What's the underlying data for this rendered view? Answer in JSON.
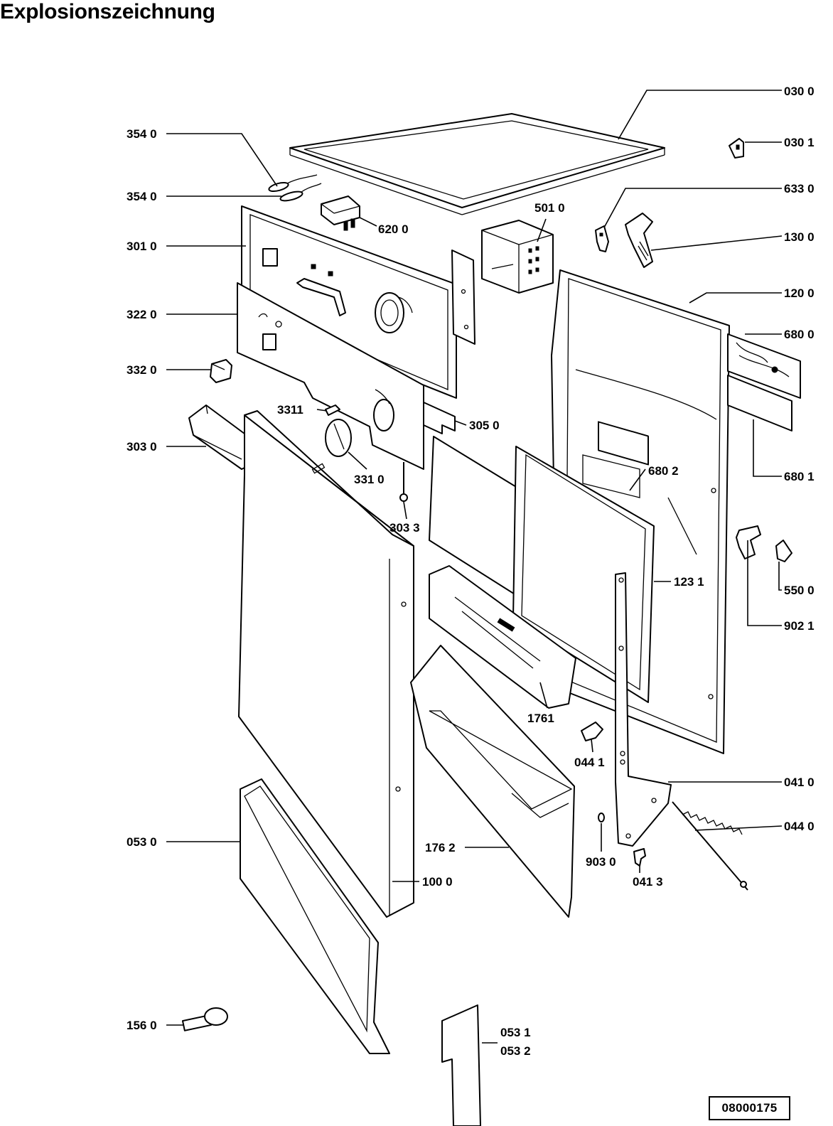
{
  "title": "Explosionszeichnung",
  "document_number": "08000175",
  "labels": [
    {
      "id": "0300",
      "text": "030 0"
    },
    {
      "id": "0301",
      "text": "030 1"
    },
    {
      "id": "6330",
      "text": "633 0"
    },
    {
      "id": "1300",
      "text": "130 0"
    },
    {
      "id": "1200",
      "text": "120 0"
    },
    {
      "id": "6800",
      "text": "680 0"
    },
    {
      "id": "6801",
      "text": "680 1"
    },
    {
      "id": "5500",
      "text": "550 0"
    },
    {
      "id": "9021",
      "text": "902 1"
    },
    {
      "id": "0410",
      "text": "041 0"
    },
    {
      "id": "0440",
      "text": "044 0"
    },
    {
      "id": "3540a",
      "text": "354 0"
    },
    {
      "id": "3540b",
      "text": "354 0"
    },
    {
      "id": "3010",
      "text": "301 0"
    },
    {
      "id": "3220",
      "text": "322 0"
    },
    {
      "id": "3320",
      "text": "332 0"
    },
    {
      "id": "3030",
      "text": "303 0"
    },
    {
      "id": "0530",
      "text": "053 0"
    },
    {
      "id": "1560",
      "text": "156 0"
    },
    {
      "id": "6200",
      "text": "620 0"
    },
    {
      "id": "5010",
      "text": "501 0"
    },
    {
      "id": "3311",
      "text": "3311"
    },
    {
      "id": "3050",
      "text": "305 0"
    },
    {
      "id": "3310",
      "text": "331 0"
    },
    {
      "id": "3033",
      "text": "303 3"
    },
    {
      "id": "6802",
      "text": "680 2"
    },
    {
      "id": "1231",
      "text": "123 1"
    },
    {
      "id": "1761",
      "text": "1761"
    },
    {
      "id": "0441",
      "text": "044 1"
    },
    {
      "id": "1762",
      "text": "176 2"
    },
    {
      "id": "1000",
      "text": "100 0"
    },
    {
      "id": "9030",
      "text": "903 0"
    },
    {
      "id": "0413",
      "text": "041 3"
    },
    {
      "id": "0531",
      "text": "053 1"
    },
    {
      "id": "0532",
      "text": "053 2"
    }
  ]
}
